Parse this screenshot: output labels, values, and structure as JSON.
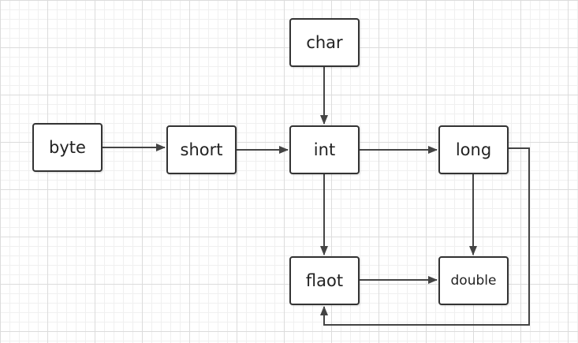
{
  "nodes": {
    "byte": "byte",
    "short": "short",
    "char": "char",
    "int": "int",
    "long": "long",
    "flaot": "flaot",
    "double": "double"
  },
  "edges": [
    {
      "from": "byte",
      "to": "short"
    },
    {
      "from": "short",
      "to": "int"
    },
    {
      "from": "char",
      "to": "int"
    },
    {
      "from": "int",
      "to": "long"
    },
    {
      "from": "int",
      "to": "flaot"
    },
    {
      "from": "long",
      "to": "double"
    },
    {
      "from": "flaot",
      "to": "double"
    },
    {
      "from": "long",
      "to": "flaot"
    }
  ],
  "colors": {
    "line": "#444444",
    "box_border": "#333333",
    "text": "#222222"
  }
}
